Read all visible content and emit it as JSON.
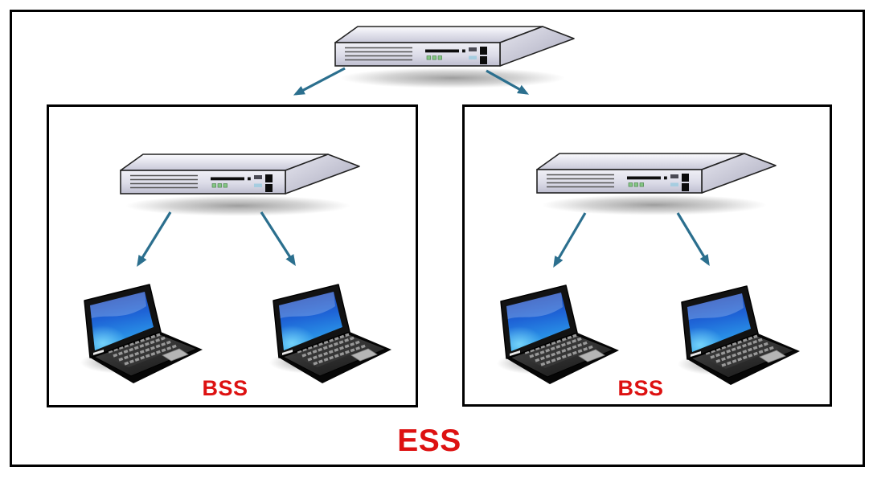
{
  "diagram": {
    "type": "wireless-network-topology",
    "labels": {
      "ess": "ESS",
      "bss_left": "BSS",
      "bss_right": "BSS"
    },
    "colors": {
      "label_red": "#dd1111",
      "arrow": "#2b6f8e",
      "frame_border": "#000000",
      "router_body": "#d9d9e6",
      "laptop_screen_blue": "#2e7fe0"
    },
    "nodes": [
      {
        "id": "root-router",
        "icon": "router-icon"
      },
      {
        "id": "left-access-point",
        "icon": "router-icon"
      },
      {
        "id": "right-access-point",
        "icon": "router-icon"
      },
      {
        "id": "left-laptop-1",
        "icon": "laptop-icon"
      },
      {
        "id": "left-laptop-2",
        "icon": "laptop-icon"
      },
      {
        "id": "right-laptop-1",
        "icon": "laptop-icon"
      },
      {
        "id": "right-laptop-2",
        "icon": "laptop-icon"
      }
    ],
    "connections": [
      {
        "from": "root-router",
        "to": "left-access-point"
      },
      {
        "from": "root-router",
        "to": "right-access-point"
      },
      {
        "from": "left-access-point",
        "to": "left-laptop-1"
      },
      {
        "from": "left-access-point",
        "to": "left-laptop-2"
      },
      {
        "from": "right-access-point",
        "to": "right-laptop-1"
      },
      {
        "from": "right-access-point",
        "to": "right-laptop-2"
      }
    ]
  }
}
